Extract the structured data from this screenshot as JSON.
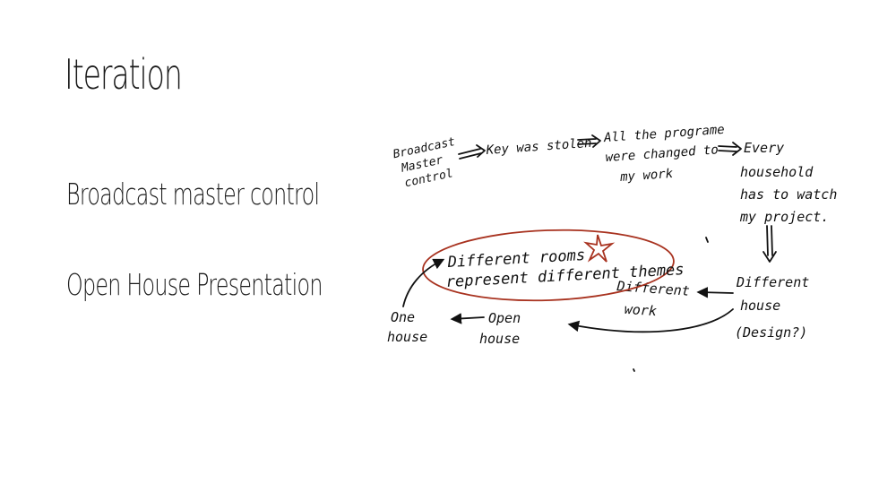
{
  "slide": {
    "title": "Iteration",
    "bullets": [
      "Broadcast master control",
      "Open House Presentation"
    ]
  },
  "sketch": {
    "nodes": {
      "broadcast_master_control": [
        "Broadcast",
        "Master",
        "control"
      ],
      "key_stolen": "Key was stolen",
      "programme": [
        "All the programe",
        "were changed to",
        "my work"
      ],
      "every_household": [
        "Every",
        "household",
        "has to watch",
        "my project."
      ],
      "different_house": [
        "Different",
        "house",
        "(Design?)"
      ],
      "different_work": [
        "Different",
        "work"
      ],
      "different_rooms": [
        "Different rooms",
        "represent different themes"
      ],
      "open_house": [
        "Open",
        "house"
      ],
      "one_house": [
        "One",
        "house"
      ]
    },
    "colors": {
      "ink": "#111111",
      "highlight": "#a8321f"
    },
    "highlight_mark": "star"
  }
}
